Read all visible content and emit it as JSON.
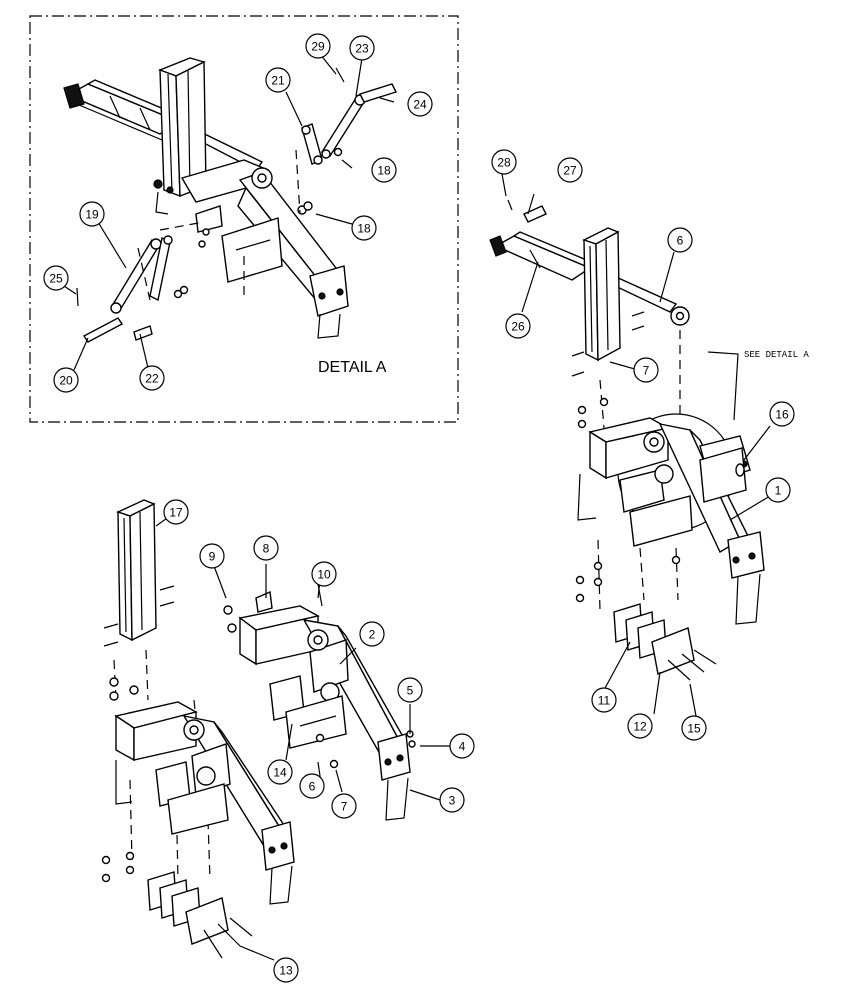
{
  "detail_label": "DETAIL A",
  "see_detail_label": "SEE DETAIL A",
  "callouts": [
    {
      "id": "c1",
      "label": "1"
    },
    {
      "id": "c2",
      "label": "2"
    },
    {
      "id": "c3",
      "label": "3"
    },
    {
      "id": "c4",
      "label": "4"
    },
    {
      "id": "c5",
      "label": "5"
    },
    {
      "id": "c6a",
      "label": "6"
    },
    {
      "id": "c6b",
      "label": "6"
    },
    {
      "id": "c7a",
      "label": "7"
    },
    {
      "id": "c7b",
      "label": "7"
    },
    {
      "id": "c8",
      "label": "8"
    },
    {
      "id": "c9",
      "label": "9"
    },
    {
      "id": "c10",
      "label": "10"
    },
    {
      "id": "c11",
      "label": "11"
    },
    {
      "id": "c12",
      "label": "12"
    },
    {
      "id": "c13",
      "label": "13"
    },
    {
      "id": "c14",
      "label": "14"
    },
    {
      "id": "c15",
      "label": "15"
    },
    {
      "id": "c16",
      "label": "16"
    },
    {
      "id": "c17",
      "label": "17"
    },
    {
      "id": "c18a",
      "label": "18"
    },
    {
      "id": "c18b",
      "label": "18"
    },
    {
      "id": "c19",
      "label": "19"
    },
    {
      "id": "c20",
      "label": "20"
    },
    {
      "id": "c21",
      "label": "21"
    },
    {
      "id": "c22",
      "label": "22"
    },
    {
      "id": "c23",
      "label": "23"
    },
    {
      "id": "c24",
      "label": "24"
    },
    {
      "id": "c25",
      "label": "25"
    },
    {
      "id": "c26",
      "label": "26"
    },
    {
      "id": "c27",
      "label": "27"
    },
    {
      "id": "c28",
      "label": "28"
    },
    {
      "id": "c29",
      "label": "29"
    }
  ]
}
